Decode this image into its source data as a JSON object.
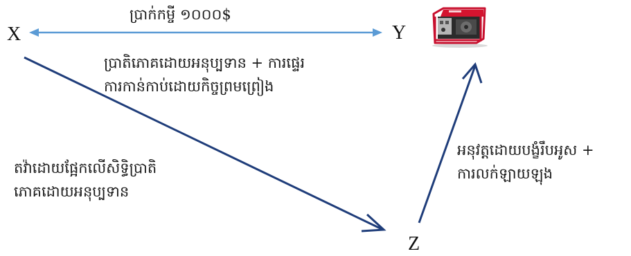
{
  "nodes": {
    "x": "X",
    "y": "Y",
    "z": "Z"
  },
  "edge_xy_label": "ប្រាក់កម្ចី ១០០០$",
  "edge_xy_description": {
    "line1": "ប្រាតិភោគដោយអនុប្បទាន + ការផ្ទេរ",
    "line2": "ការកាន់កាប់ដោយកិច្ចព្រមព្រៀង"
  },
  "edge_xz_label": {
    "line1": "តវ៉ាដោយផ្អែកលើសិទ្ធិប្រាតិ",
    "line2": "ភោគដោយអនុប្បទាន"
  },
  "edge_zy_label": {
    "line1": "អនុវត្តដោយបង្ខំរឹបអូស +",
    "line2": "ការលក់ឡាយឡុង"
  },
  "colors": {
    "xy_arrow": "#5b9bd5",
    "flow_arrow": "#1f3d7a",
    "generator_frame": "#c8102e"
  },
  "icons": {
    "generator": "generator-icon"
  }
}
